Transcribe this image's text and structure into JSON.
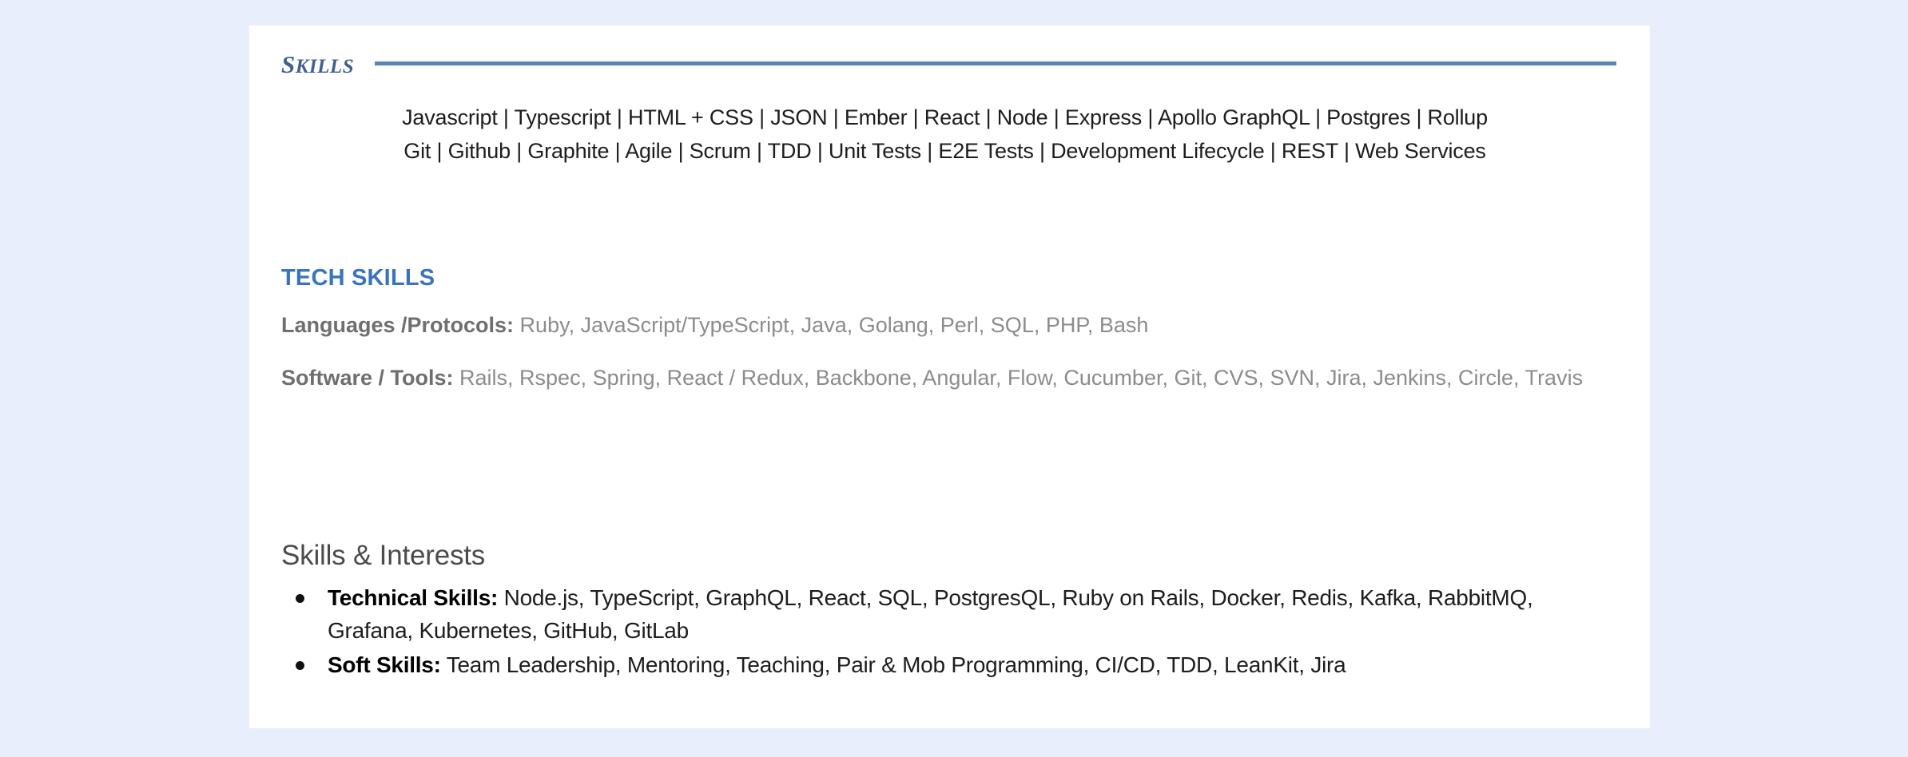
{
  "document": {
    "background_color": "#e8eefb",
    "page_color": "#ffffff"
  },
  "skills_section": {
    "heading": "Skills",
    "rule_color": "#5b83b9",
    "heading_color": "#3f6190",
    "lines": [
      "Javascript | Typescript | HTML + CSS | JSON | Ember | React | Node | Express | Apollo GraphQL | Postgres | Rollup",
      "Git | Github | Graphite | Agile | Scrum | TDD | Unit Tests | E2E Tests | Development Lifecycle | REST | Web Services"
    ]
  },
  "tech_skills_section": {
    "heading": "TECH SKILLS",
    "heading_color": "#3a74bc",
    "rows": [
      {
        "label": "Languages /Protocols:",
        "value": " Ruby, JavaScript/TypeScript, Java, Golang, Perl, SQL, PHP, Bash"
      },
      {
        "label": "Software / Tools:",
        "value": " Rails, Rspec, Spring, React / Redux, Backbone, Angular, Flow, Cucumber, Git, CVS, SVN, Jira, Jenkins, Circle, Travis"
      }
    ]
  },
  "skills_interests_section": {
    "heading": "Skills & Interests",
    "items": [
      {
        "label": "Technical Skills:",
        "value": " Node.js, TypeScript, GraphQL, React, SQL, PostgresQL, Ruby on Rails, Docker, Redis, Kafka, RabbitMQ, Grafana, Kubernetes, GitHub, GitLab"
      },
      {
        "label": "Soft Skills:",
        "value": " Team Leadership, Mentoring, Teaching, Pair & Mob Programming, CI/CD, TDD, LeanKit, Jira"
      }
    ]
  }
}
